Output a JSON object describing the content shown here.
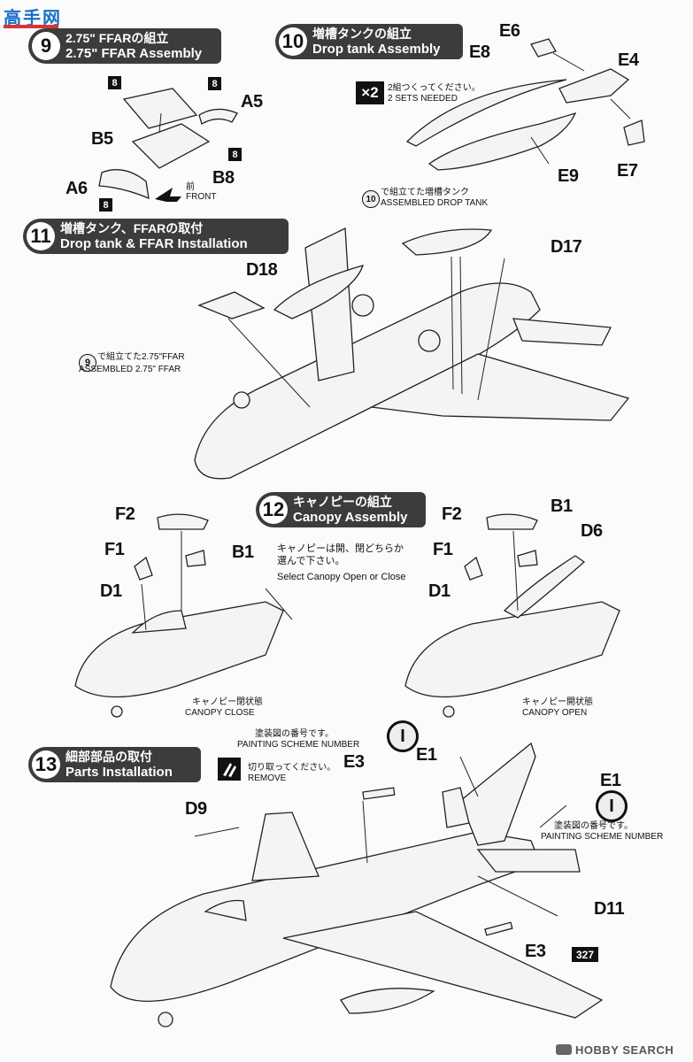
{
  "watermark": "高手网",
  "steps": [
    {
      "number": "9",
      "title_jp": "2.75\" FFARの組立",
      "title_en": "2.75\" FFAR Assembly"
    },
    {
      "number": "10",
      "title_jp": "増槽タンクの組立",
      "title_en": "Drop tank Assembly"
    },
    {
      "number": "11",
      "title_jp": "増槽タンク、FFARの取付",
      "title_en": "Drop tank & FFAR Installation"
    },
    {
      "number": "12",
      "title_jp": "キャノピーの組立",
      "title_en": "Canopy Assembly"
    },
    {
      "number": "13",
      "title_jp": "細部部品の取付",
      "title_en": "Parts Installation"
    }
  ],
  "step9": {
    "parts": {
      "b5": "B5",
      "a5": "A5",
      "b8": "B8",
      "a6": "A6"
    },
    "color_code": "8",
    "front_jp": "前",
    "front_en": "FRONT"
  },
  "step10": {
    "parts": {
      "e6": "E6",
      "e8": "E8",
      "e4": "E4",
      "e9": "E9",
      "e7": "E7"
    },
    "multiplier": "×2",
    "sets_jp": "2組つくってください。",
    "sets_en": "2 SETS NEEDED"
  },
  "step11": {
    "parts": {
      "d18": "D18",
      "d17": "D17"
    },
    "ref10_num": "10",
    "ref10_jp": "で組立てた増槽タンク",
    "ref10_en": "ASSEMBLED DROP TANK",
    "ref9_num": "9",
    "ref9_jp": "で組立てた2.75\"FFAR",
    "ref9_en": "ASSEMBLED 2.75\" FFAR"
  },
  "step12": {
    "parts": {
      "f2": "F2",
      "b1": "B1",
      "f1": "F1",
      "d1": "D1",
      "d6": "D6"
    },
    "select_jp_1": "キャノピーは開、閉どちらか",
    "select_jp_2": "選んで下さい。",
    "select_en": "Select Canopy Open or Close",
    "close_jp": "キャノピー閉状態",
    "close_en": "CANOPY CLOSE",
    "open_jp": "キャノピー開状態",
    "open_en": "CANOPY OPEN"
  },
  "step13": {
    "parts": {
      "e3": "E3",
      "e1": "E1",
      "d9": "D9",
      "d11": "D11"
    },
    "scheme_jp": "塗装図の番号です。",
    "scheme_en": "PAINTING SCHEME NUMBER",
    "scheme_num": "I",
    "remove_jp": "切り取ってください。",
    "remove_en": "REMOVE",
    "color_code": "327"
  },
  "footer": {
    "brand": "HOBBY SEARCH"
  }
}
